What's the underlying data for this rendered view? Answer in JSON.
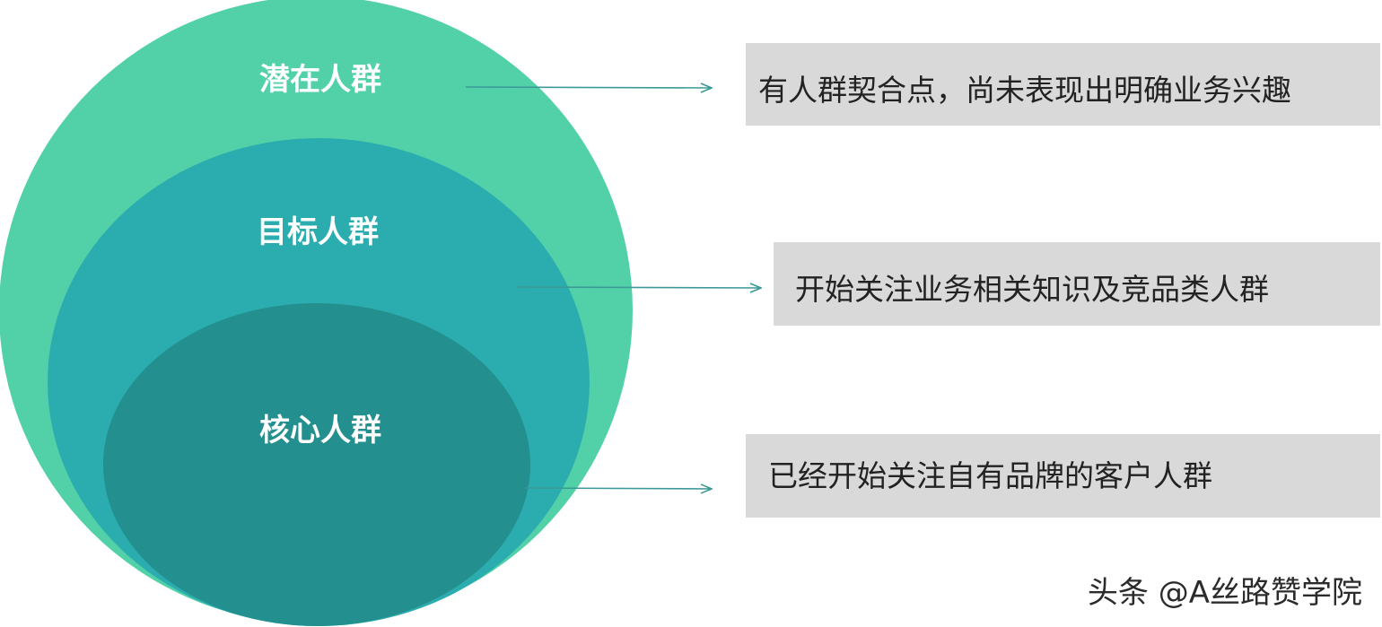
{
  "layers": {
    "outer": {
      "label": "潜在人群",
      "description": "有人群契合点，尚未表现出明确业务兴趣",
      "color": "#52d1a9"
    },
    "middle": {
      "label": "目标人群",
      "description": "开始关注业务相关知识及竞品类人群",
      "color": "#2badaf"
    },
    "inner": {
      "label": "核心人群",
      "description": "已经开始关注自有品牌的客户人群",
      "color": "#238f8e"
    }
  },
  "description_box_color": "#d9d9d9",
  "arrow_color": "#3b9a96",
  "watermark": {
    "text": "头条 @A丝路赞学院"
  }
}
